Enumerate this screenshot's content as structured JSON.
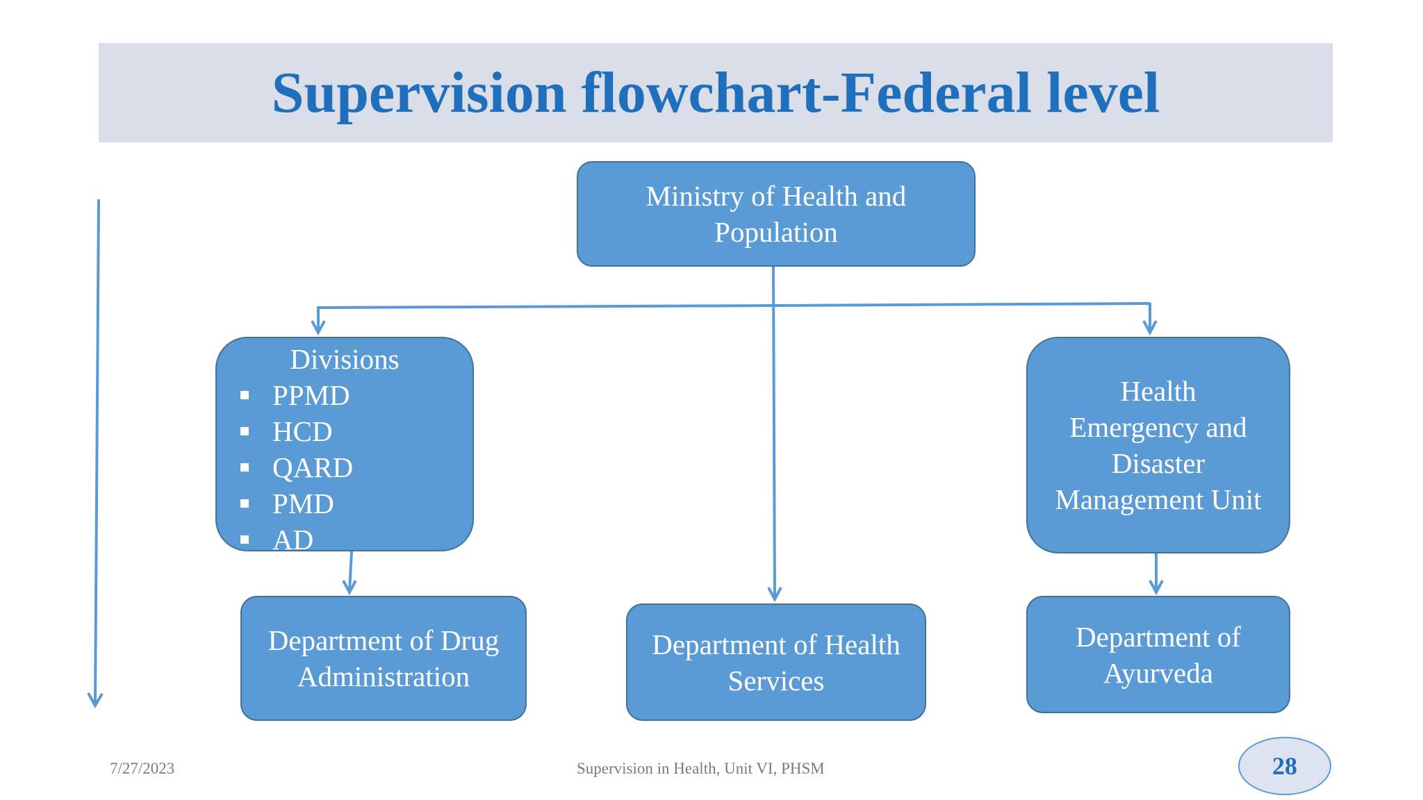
{
  "title": "Supervision flowchart-Federal level",
  "nodes": {
    "ministry": {
      "lines": [
        "Ministry of Health and",
        "Population"
      ]
    },
    "divisions": {
      "title": "Divisions",
      "items": [
        "PPMD",
        "HCD",
        "QARD",
        "PMD",
        "AD"
      ]
    },
    "hedmu": {
      "lines": [
        "Health",
        "Emergency and",
        "Disaster",
        "Management Unit"
      ]
    },
    "drug": {
      "lines": [
        "Department of Drug",
        "Administration"
      ]
    },
    "health_services": {
      "lines": [
        "Department of Health",
        "Services"
      ]
    },
    "ayurveda": {
      "lines": [
        "Department of",
        "Ayurveda"
      ]
    }
  },
  "edges": [
    {
      "from": "ministry",
      "to": "divisions"
    },
    {
      "from": "ministry",
      "to": "hedmu"
    },
    {
      "from": "ministry",
      "to": "health_services"
    },
    {
      "from": "divisions",
      "to": "drug"
    },
    {
      "from": "hedmu",
      "to": "ayurveda"
    }
  ],
  "footer": {
    "date": "7/27/2023",
    "text": "Supervision in Health, Unit VI, PHSM",
    "page": "28"
  },
  "colors": {
    "title": "#1f6fbd",
    "title_bar": "#d9dee8",
    "box_fill": "#5b9bd5",
    "box_border": "#41719c",
    "connector": "#5b9bd5"
  }
}
